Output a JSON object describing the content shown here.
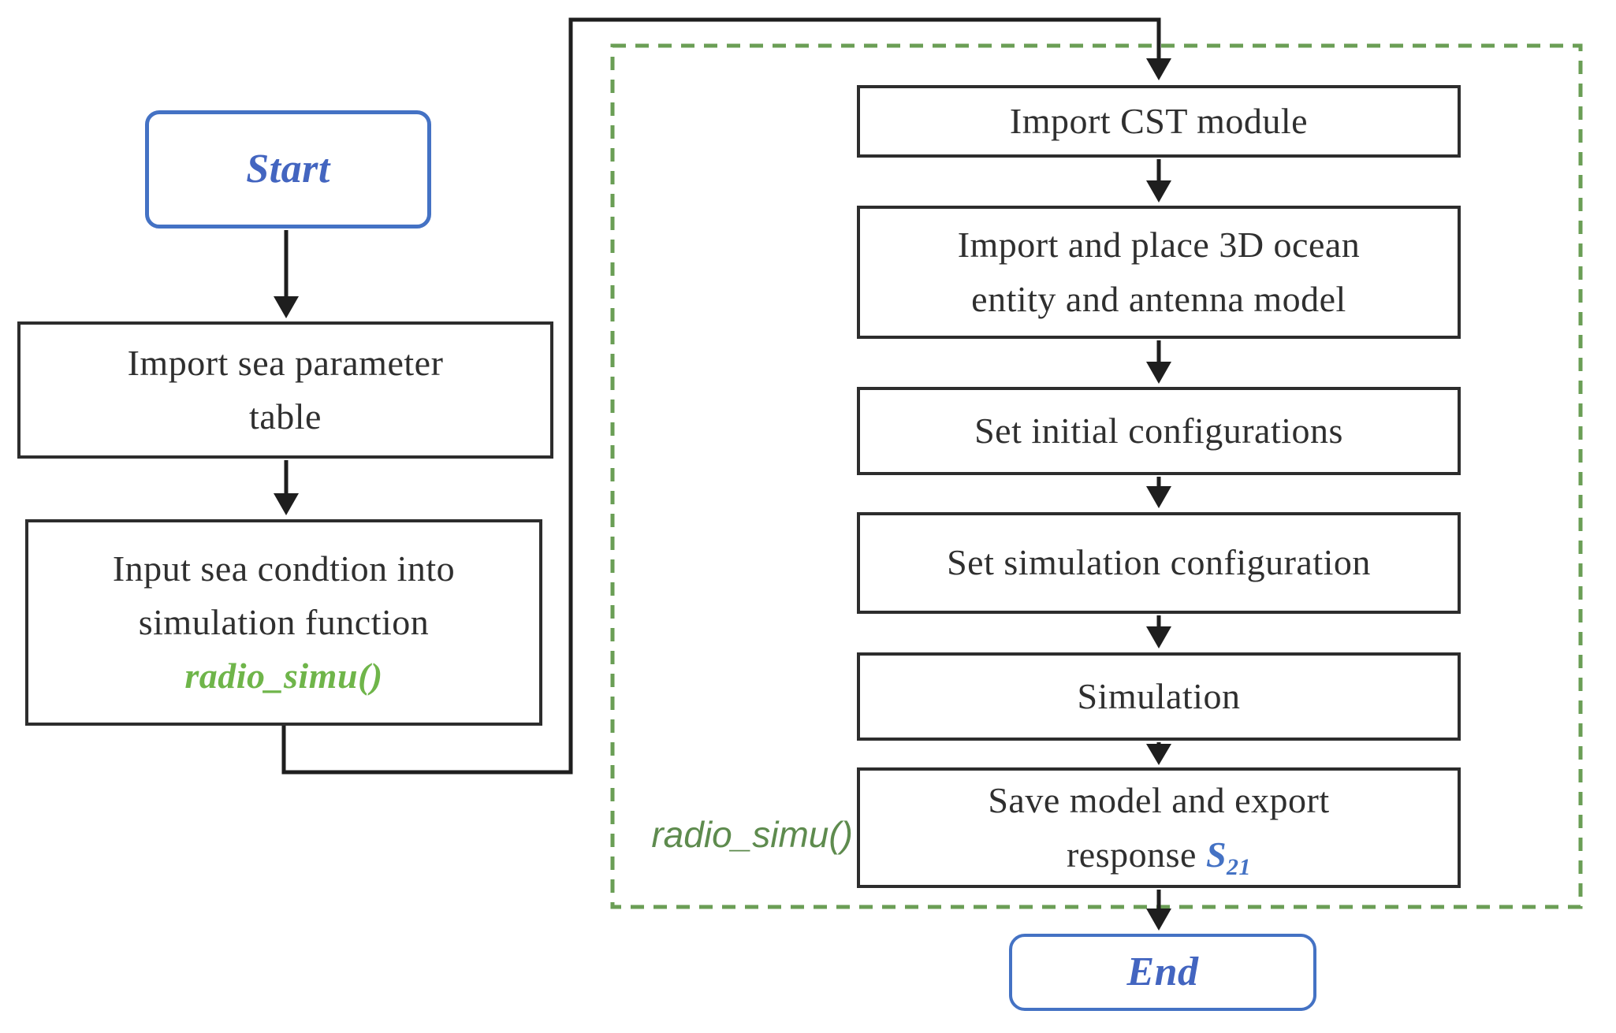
{
  "flowchart": {
    "start": {
      "label": "Start"
    },
    "end": {
      "label": "End"
    },
    "left_steps": {
      "import_table": {
        "line1": "Import sea parameter",
        "line2": "table"
      },
      "input_condition": {
        "line1": "Input sea condtion into",
        "line2": "simulation function",
        "code": "radio_simu()"
      }
    },
    "subroutine": {
      "label": "radio_simu()",
      "steps": {
        "import_cst": {
          "text": "Import CST module"
        },
        "import_place": {
          "line1": "Import and place 3D ocean",
          "line2": "entity and antenna model"
        },
        "set_initial": {
          "text": "Set initial configurations"
        },
        "set_simulation": {
          "text": "Set simulation configuration"
        },
        "simulation": {
          "text": "Simulation"
        },
        "save_export": {
          "line1": "Save model and export",
          "line2_prefix": "response ",
          "s_symbol": "S",
          "s_subscript": "21"
        }
      }
    },
    "colors": {
      "terminal_border_blue": "#4472c4",
      "terminal_text_blue": "#4365c0",
      "code_green": "#6fb54a",
      "subroutine_label_green": "#5e8b4e",
      "dashed_border_green": "#6a9e55",
      "connector_black": "#1e1e1e",
      "box_border": "#2d2d2d",
      "s21_blue": "#4472c4"
    }
  }
}
